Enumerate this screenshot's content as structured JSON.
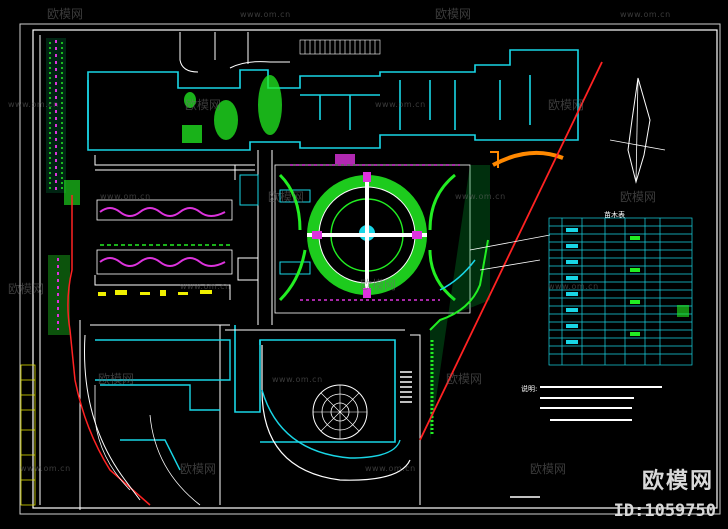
{
  "drawing": {
    "legend_title": "苗木表",
    "notes_label": "说明:"
  },
  "watermark": {
    "brand": "欧模网",
    "url": "www.om.cn",
    "id_text": "ID:1059750"
  },
  "colors": {
    "background": "#000000",
    "cyan": "#19d6e6",
    "green": "#22ee22",
    "magenta": "#dd33dd",
    "red": "#ff2222",
    "white": "#ffffff",
    "orange": "#ff8800",
    "yellow": "#f0f000"
  }
}
